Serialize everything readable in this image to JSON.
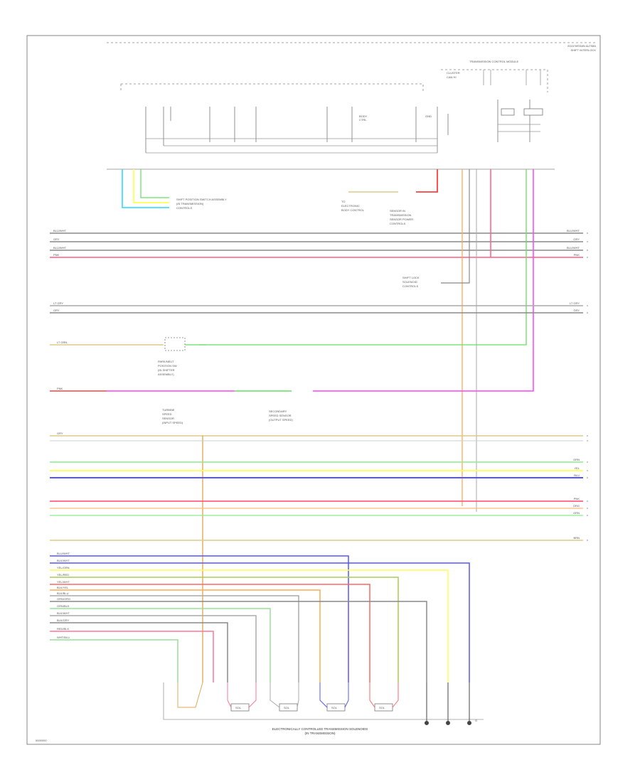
{
  "page": {
    "header_right_line1": "2015 NISSAN ALTIMA",
    "header_right_line2": "SHIFT INTERLOCK",
    "footer_id": "0000000",
    "main_module_label": "TRANSMISSION CONTROL MODULE",
    "bottom_caption_line1": "ELECTRONICALLY CONTROLLED TRANSMISSION SOLENOIDS",
    "bottom_caption_line2": "(IN TRANSMISSION)"
  },
  "labels": {
    "cvt_relay": "CLUSTER",
    "cvt_sub": "CAN HI",
    "left_conn": "SHIFT POSITION SWITCH ASSEMBLY",
    "left_conn2": "(IN TRANSMISSION)",
    "left_conn3": "CONTROLS",
    "mid_ref1": "TO",
    "mid_ref2": "ELECTRONIC",
    "mid_ref3": "BODY CONTROL",
    "body_ref1": "SENSOR IN",
    "body_ref2": "TRANSMISSION",
    "body_ref3": "SENSOR POWER",
    "body_ref4": "CONTROLS",
    "shift_lock1": "SHIFT LOCK",
    "shift_lock2": "SOLENOID",
    "shift_lock3": "CONTROLS",
    "park_sw1": "PARK/NEUT",
    "park_sw2": "POSITION SW",
    "park_sw3": "(IN SHIFTER",
    "park_sw4": "ASSEMBLY)",
    "speed1": "TURBINE",
    "speed2": "SPEED",
    "speed3": "SENSOR",
    "speed4": "(INPUT SPEED)",
    "center1": "SECONDARY",
    "center2": "SPEED SENSOR",
    "center3": "(OUTPUT SPEED)"
  },
  "wire_labels": {
    "bus1": [
      "BLU/WHT",
      "GRY",
      "BLU/WHT",
      "PNK"
    ],
    "bus1_right": [
      "BLU/WHT",
      "GRY",
      "BLU/WHT",
      "PNK"
    ],
    "bus2": [
      "LT GRY",
      "GRY"
    ],
    "bus2_right": [
      "LT GRY",
      "GRY"
    ],
    "single_green": "LT GRN",
    "single_pink": "PNK",
    "mid_yellow": "GRY",
    "mid_right": [
      "GRN",
      "YEL",
      "BLU",
      "PNK",
      "ORG",
      "GRN",
      "BRN"
    ],
    "lower_left": [
      "BLU/WHT",
      "BLK/WHT",
      "YEL/GRN",
      "YEL/RED",
      "YEL/WHT",
      "BLK/YEL",
      "BLK/BLU",
      "GRN/ORG",
      "GRN/BLK",
      "BLK/WHT",
      "BLK/GRY",
      "RED/BLK",
      "WHT/BLU"
    ]
  },
  "components": {
    "solenoid_1": "SOL",
    "solenoid_2": "SOL",
    "solenoid_3": "SOL",
    "solenoid_4": "SOL",
    "ground": "G"
  },
  "colors": {
    "frame": "#666666",
    "wire_gray": "#888888",
    "wire_pink": "#ff5fa0",
    "wire_red": "#ff4040",
    "wire_magenta": "#ff44ff",
    "wire_green": "#66dd66",
    "wire_yellow": "#ffff55",
    "wire_blue": "#5555ff",
    "wire_orange": "#ffaa55",
    "wire_tan": "#ddcc88",
    "wire_cyan": "#44ddff"
  }
}
